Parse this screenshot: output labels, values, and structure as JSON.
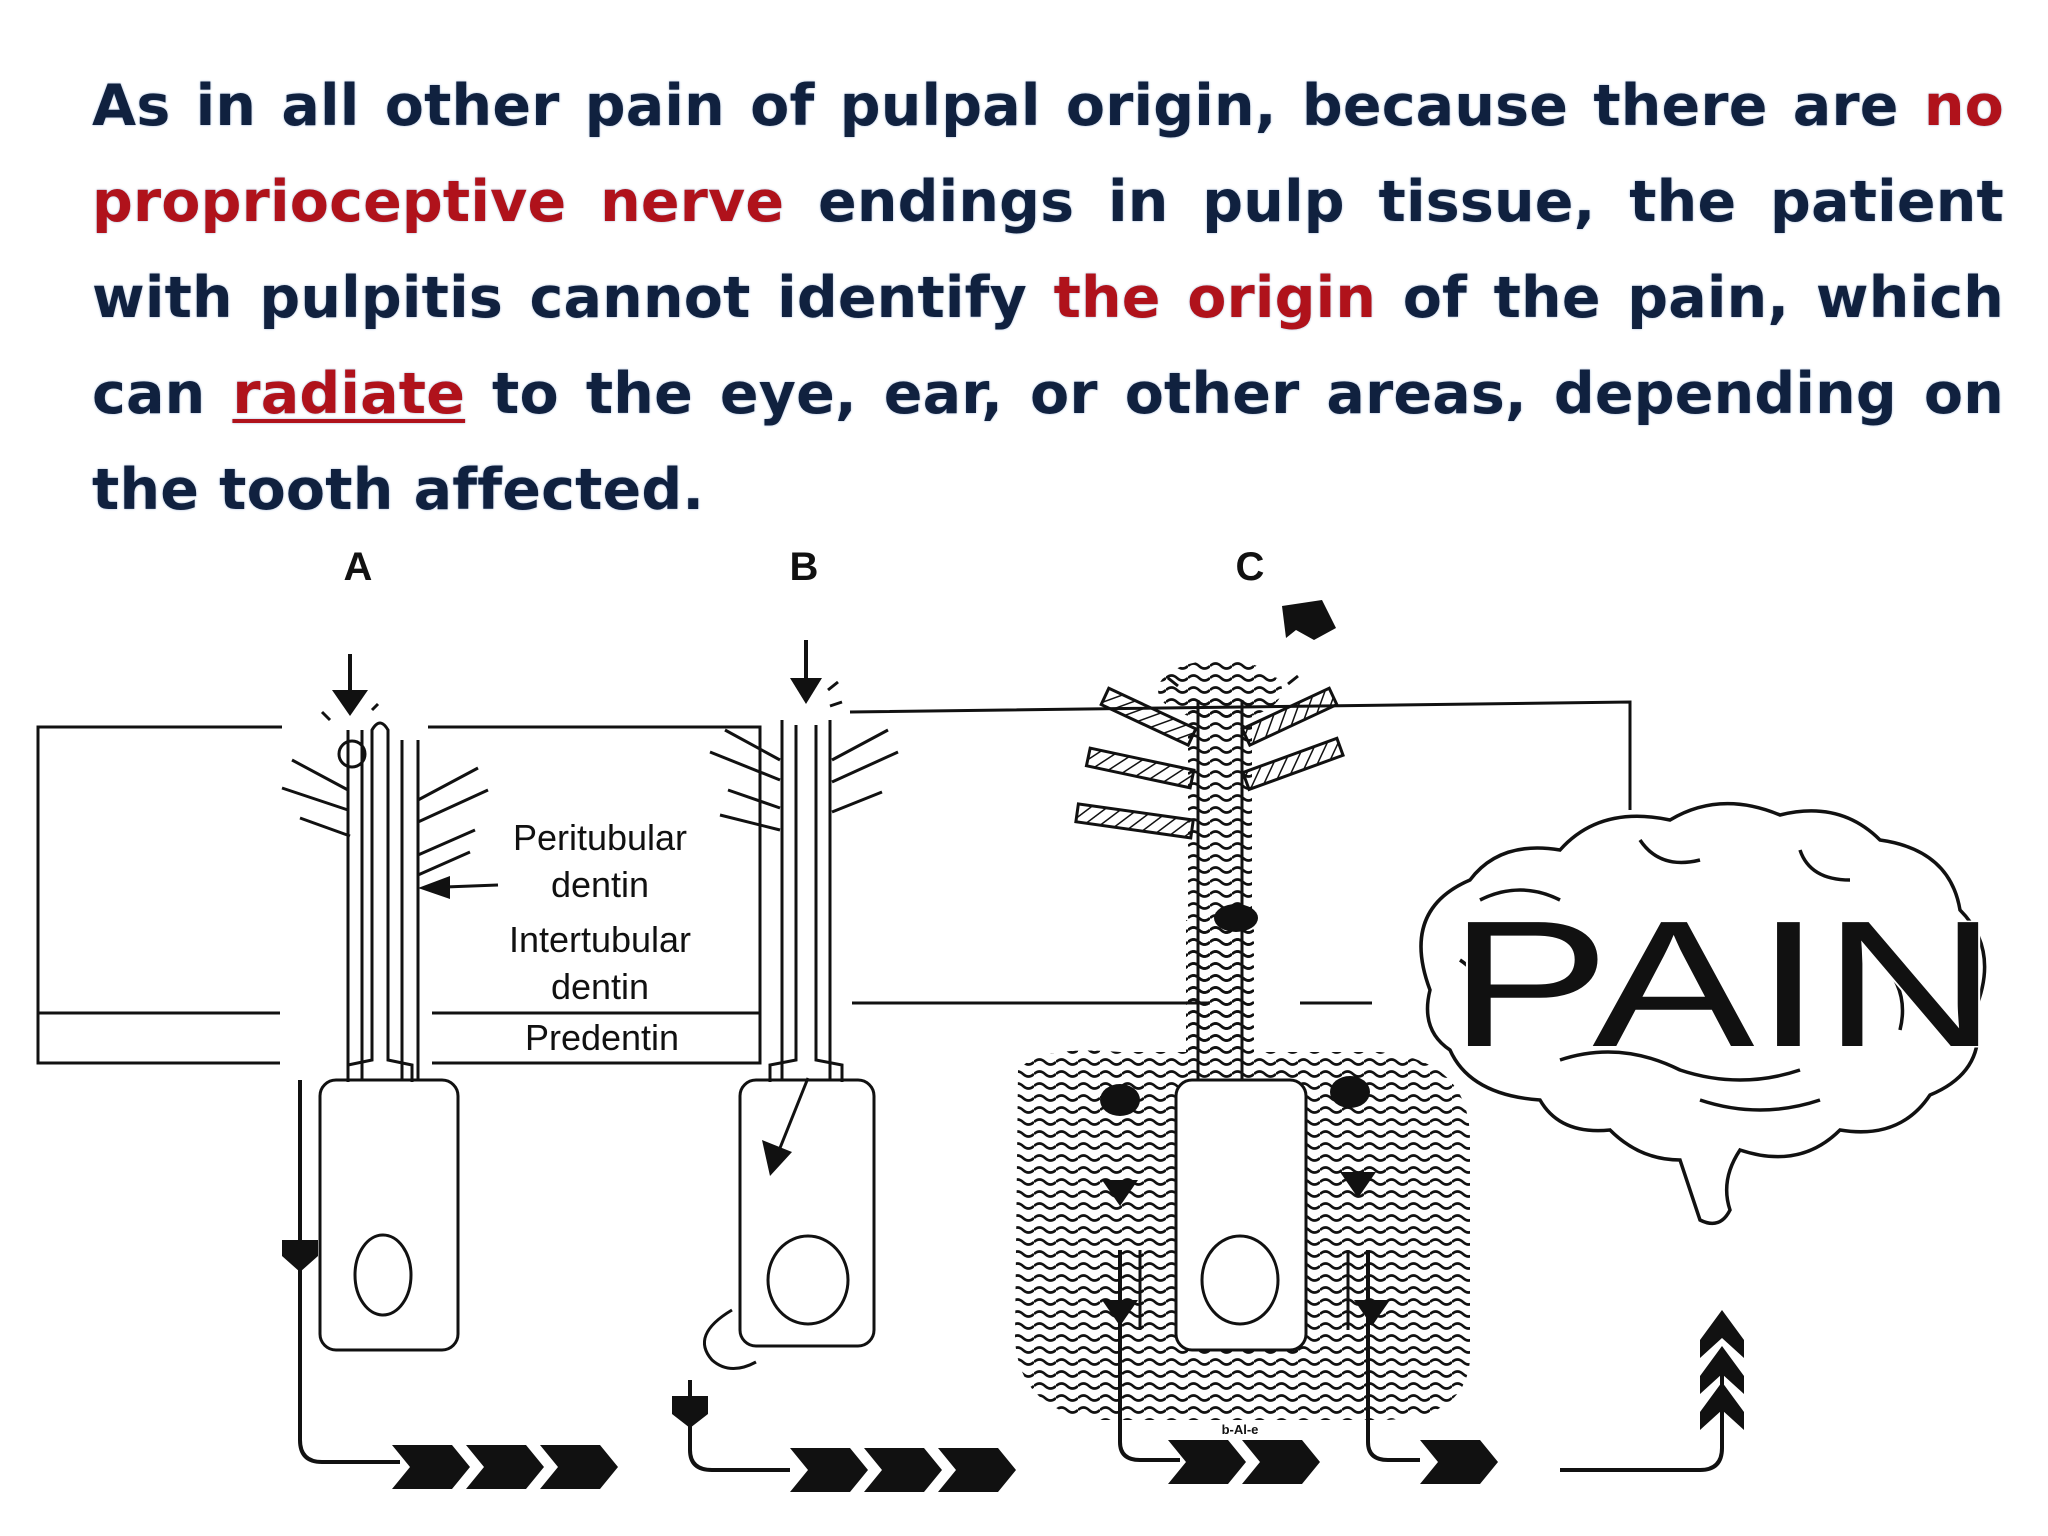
{
  "caption": {
    "part1": "As in all other pain of pulpal origin, because there are ",
    "hl1": "no proprioceptive nerve",
    "part2": " endings in pulp tissue, the patient with pulpitis cannot identify ",
    "hl2": "the origin",
    "part3": " of the pain, which can ",
    "hl3": "radiate",
    "part4": " to the eye, ear, or other areas, depending on the tooth affected."
  },
  "diagram": {
    "panel_labels": [
      "A",
      "B",
      "C"
    ],
    "layer_labels": {
      "peritubular_1": "Peritubular",
      "peritubular_2": "dentin",
      "intertubular_1": "Intertubular",
      "intertubular_2": "dentin",
      "predentin": "Predentin"
    },
    "pain_word": "PAIN",
    "small_label": "b-Al-e"
  },
  "colors": {
    "text": "#10213f",
    "highlight": "#b0121b",
    "ink": "#111111"
  }
}
